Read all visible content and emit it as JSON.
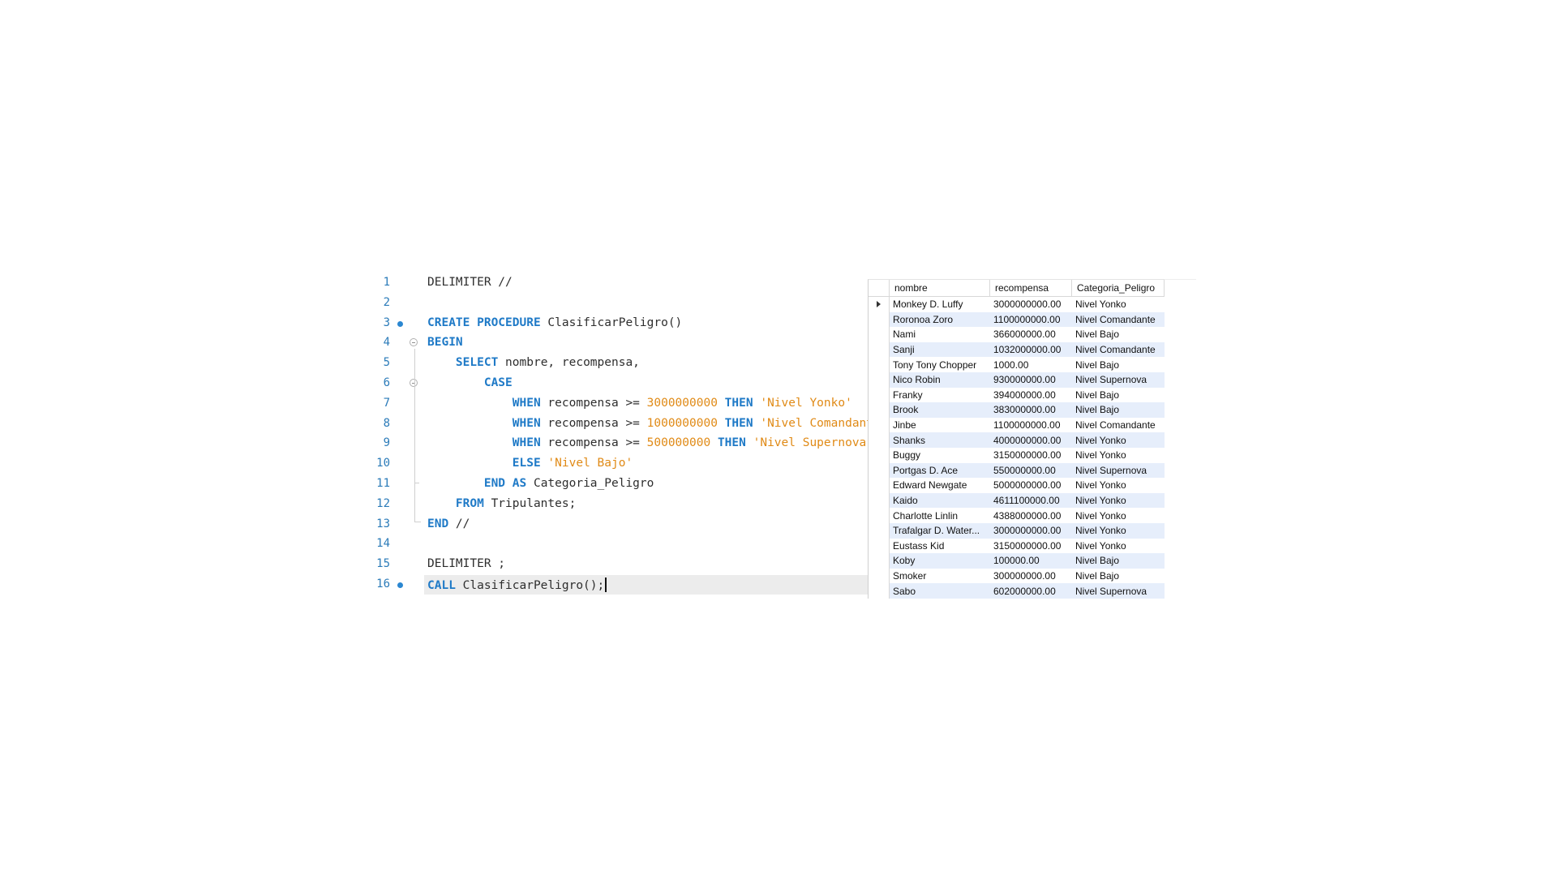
{
  "editor": {
    "lines": [
      {
        "num": "1"
      },
      {
        "num": "2"
      },
      {
        "num": "3"
      },
      {
        "num": "4"
      },
      {
        "num": "5"
      },
      {
        "num": "6"
      },
      {
        "num": "7"
      },
      {
        "num": "8"
      },
      {
        "num": "9"
      },
      {
        "num": "10"
      },
      {
        "num": "11"
      },
      {
        "num": "12"
      },
      {
        "num": "13"
      },
      {
        "num": "14"
      },
      {
        "num": "15"
      },
      {
        "num": "16"
      }
    ],
    "tokens": {
      "l1": "DELIMITER //",
      "l3_kw": "CREATE PROCEDURE",
      "l3_name": " ClasificarPeligro()",
      "l4_kw": "BEGIN",
      "l5_kw": "SELECT",
      "l5_rest": " nombre, recompensa,",
      "l6_kw": "CASE",
      "l7_when": "WHEN",
      "l7_mid": " recompensa >= ",
      "l7_num": "3000000000",
      "l7_then": " THEN ",
      "l7_str": "'Nivel Yonko'",
      "l8_when": "WHEN",
      "l8_mid": " recompensa >= ",
      "l8_num": "1000000000",
      "l8_then": " THEN ",
      "l8_str": "'Nivel Comandante'",
      "l9_when": "WHEN",
      "l9_mid": " recompensa >= ",
      "l9_num": "500000000",
      "l9_then": " THEN ",
      "l9_str": "'Nivel Supernova'",
      "l10_else": "ELSE",
      "l10_str": " 'Nivel Bajo'",
      "l11_kw": "END AS",
      "l11_rest": " Categoria_Peligro",
      "l12_kw": "FROM",
      "l12_rest": " Tripulantes;",
      "l13_kw": "END",
      "l13_rest": " //",
      "l15": "DELIMITER ;",
      "l16_kw": "CALL",
      "l16_rest": " ClasificarPeligro();"
    }
  },
  "result_grid": {
    "columns": [
      "nombre",
      "recompensa",
      "Categoria_Peligro"
    ],
    "rows": [
      [
        "Monkey D. Luffy",
        "3000000000.00",
        "Nivel Yonko"
      ],
      [
        "Roronoa Zoro",
        "1100000000.00",
        "Nivel Comandante"
      ],
      [
        "Nami",
        "366000000.00",
        "Nivel Bajo"
      ],
      [
        "Sanji",
        "1032000000.00",
        "Nivel Comandante"
      ],
      [
        "Tony Tony Chopper",
        "1000.00",
        "Nivel Bajo"
      ],
      [
        "Nico Robin",
        "930000000.00",
        "Nivel Supernova"
      ],
      [
        "Franky",
        "394000000.00",
        "Nivel Bajo"
      ],
      [
        "Brook",
        "383000000.00",
        "Nivel Bajo"
      ],
      [
        "Jinbe",
        "1100000000.00",
        "Nivel Comandante"
      ],
      [
        "Shanks",
        "4000000000.00",
        "Nivel Yonko"
      ],
      [
        "Buggy",
        "3150000000.00",
        "Nivel Yonko"
      ],
      [
        "Portgas D. Ace",
        "550000000.00",
        "Nivel Supernova"
      ],
      [
        "Edward Newgate",
        "5000000000.00",
        "Nivel Yonko"
      ],
      [
        "Kaido",
        "4611100000.00",
        "Nivel Yonko"
      ],
      [
        "Charlotte Linlin",
        "4388000000.00",
        "Nivel Yonko"
      ],
      [
        "Trafalgar D. Water...",
        "3000000000.00",
        "Nivel Yonko"
      ],
      [
        "Eustass Kid",
        "3150000000.00",
        "Nivel Yonko"
      ],
      [
        "Koby",
        "100000.00",
        "Nivel Bajo"
      ],
      [
        "Smoker",
        "300000000.00",
        "Nivel Bajo"
      ],
      [
        "Sabo",
        "602000000.00",
        "Nivel Supernova"
      ]
    ]
  }
}
